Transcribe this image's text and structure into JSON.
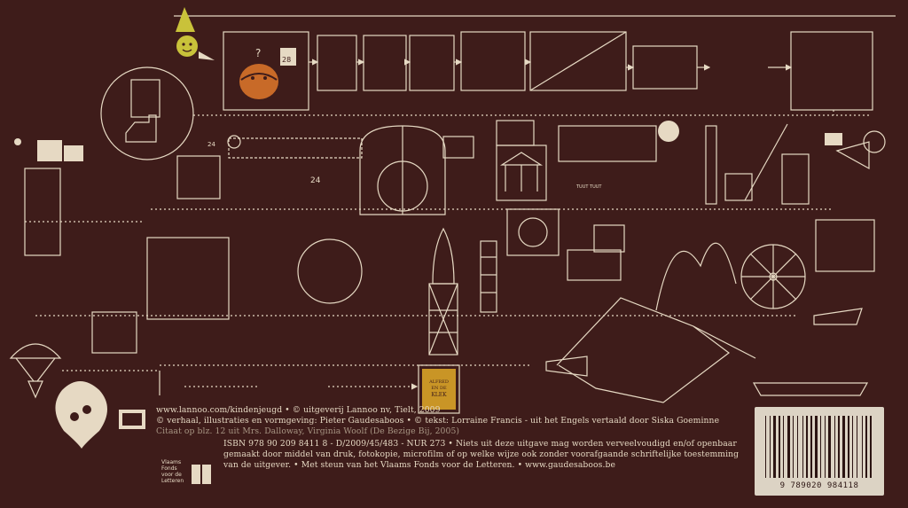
{
  "illustration": {
    "calendar_number": "28",
    "crane_number": "24",
    "stamp_number": "24",
    "sound_text": "TUUT TUUT",
    "book_badge": [
      "ALFRED",
      "EN DE",
      "KLEK"
    ]
  },
  "credits": {
    "line1": "www.lannoo.com/kindenjeugd • © uitgeverij Lannoo nv, Tielt, 2009",
    "line2": "© verhaal, illustraties en vormgeving: Pieter Gaudesaboos • © tekst: Lorraine Francis - uit het Engels vertaald door Siska Goeminne",
    "line3": "Citaat op blz. 12 uit Mrs. Dalloway, Virginia Woolf (De Bezige Bij, 2005)",
    "line4": "ISBN 978 90 209 8411 8 - D/2009/45/483 - NUR 273 • Niets uit deze uitgave mag worden verveelvoudigd en/of openbaar",
    "line5": "gemaakt door middel van druk, fotokopie, microfilm of op welke wijze ook zonder voorafgaande schriftelijke toestemming",
    "line6": "van de uitgever. • Met steun van het Vlaams Fonds voor de Letteren. • www.gaudesaboos.be"
  },
  "vfl_logo": [
    "Vlaams",
    "Fonds",
    "voor de",
    "Letteren"
  ],
  "barcode": {
    "number": "9 789020 984118"
  },
  "colors": {
    "background": "#3e1c1a",
    "line": "#e6d9c3",
    "accent_yellow": "#c9c23a",
    "accent_orange": "#c86a28",
    "accent_gold": "#c99526"
  }
}
